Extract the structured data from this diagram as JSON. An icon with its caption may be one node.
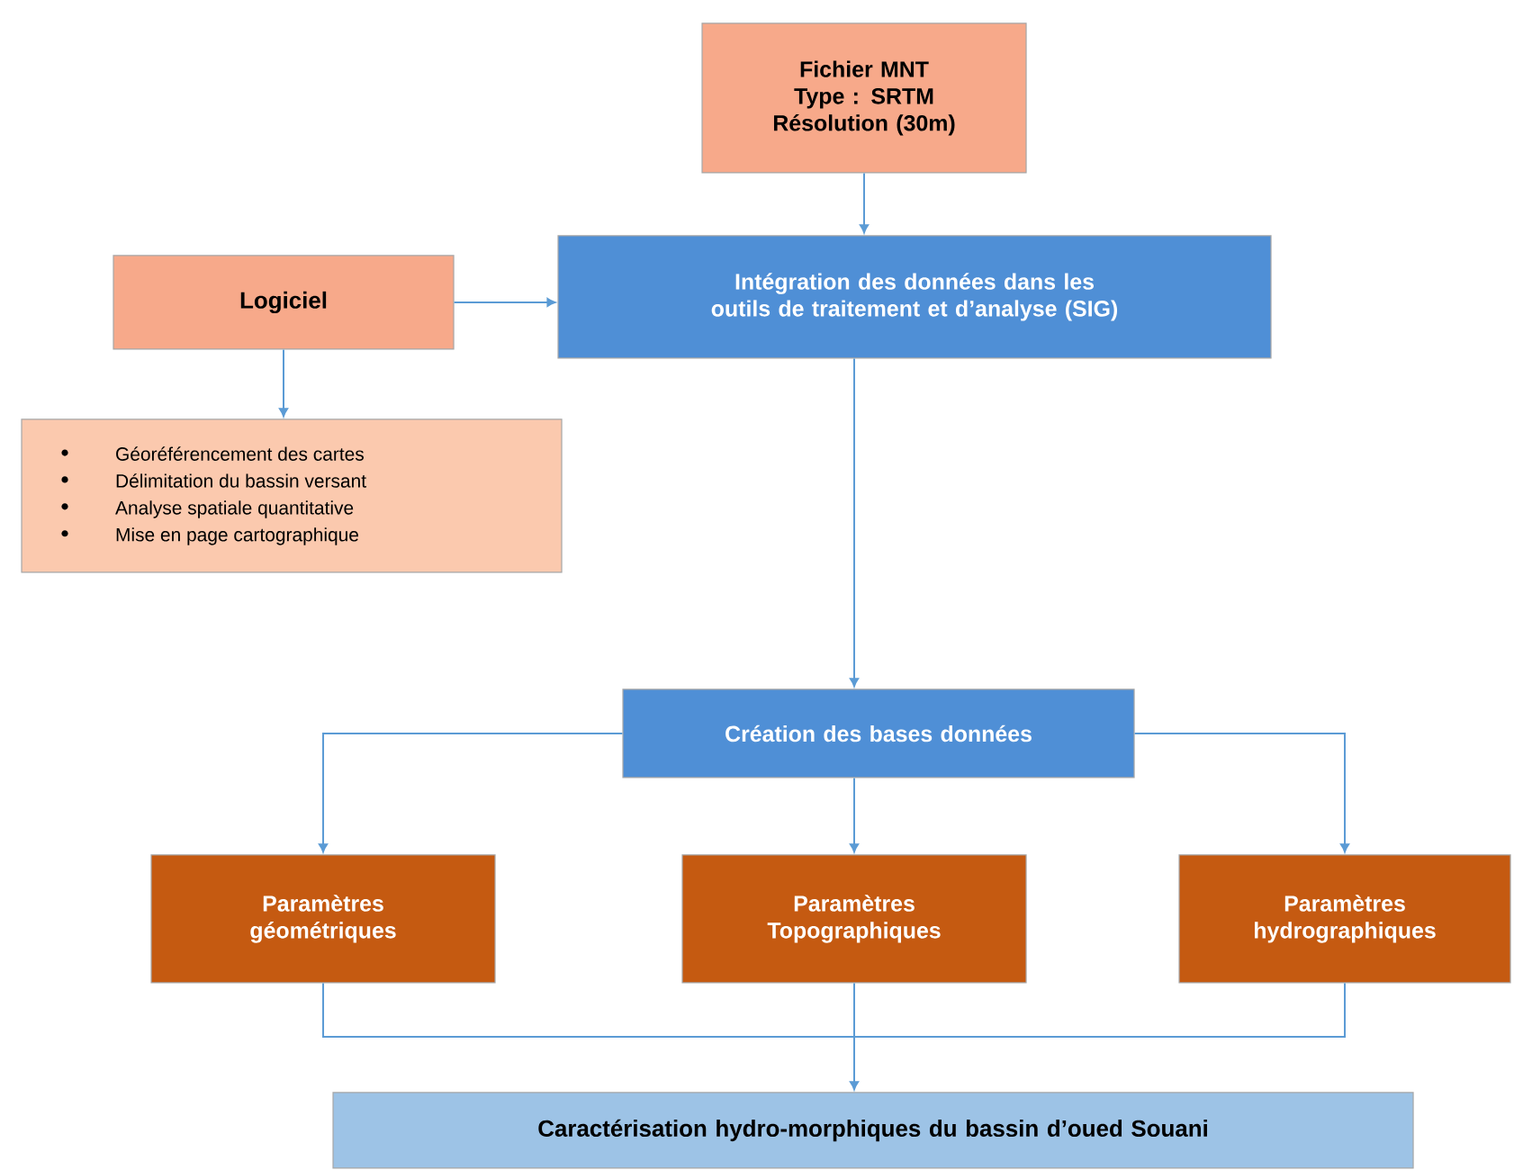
{
  "diagram": {
    "nodes": [
      {
        "text": [
          "Fichier MNT",
          "Type : SRTM",
          "Résolution (30m)"
        ]
      },
      {
        "text": [
          "Logiciel"
        ]
      },
      {
        "text": [
          "Intégration des données dans les outils de traitement et d’analyse (SIG)"
        ]
      },
      {
        "text": [
          "Géoréférencement des cartes",
          "Délimitation du bassin versant",
          "Analyse spatiale quantitative",
          "Mise en page cartographique"
        ]
      },
      {
        "text": [
          "Création des bases données"
        ]
      },
      {
        "text": [
          "Paramètres géométriques"
        ]
      },
      {
        "text": [
          "Paramètres Topographiques"
        ]
      },
      {
        "text": [
          "Paramètres hydrographiques"
        ]
      },
      {
        "text": [
          "Caractérisation hydro-morphiques du bassin d’oued Souani"
        ]
      }
    ],
    "edges": [
      {
        "from": 0,
        "to": 2,
        "arrow": "to"
      },
      {
        "from": 1,
        "to": 2,
        "arrow": "to"
      },
      {
        "from": 1,
        "to": 3,
        "arrow": "to"
      },
      {
        "from": 2,
        "to": 4,
        "arrow": "to"
      },
      {
        "from": 4,
        "to": 5,
        "arrow": "to"
      },
      {
        "from": 4,
        "to": 6,
        "arrow": "to"
      },
      {
        "from": 4,
        "to": 7,
        "arrow": "to"
      },
      {
        "from": 5,
        "to": 8,
        "arrow": "to"
      },
      {
        "from": 6,
        "to": 8,
        "arrow": "to"
      },
      {
        "from": 7,
        "to": 8,
        "arrow": "to"
      }
    ]
  }
}
